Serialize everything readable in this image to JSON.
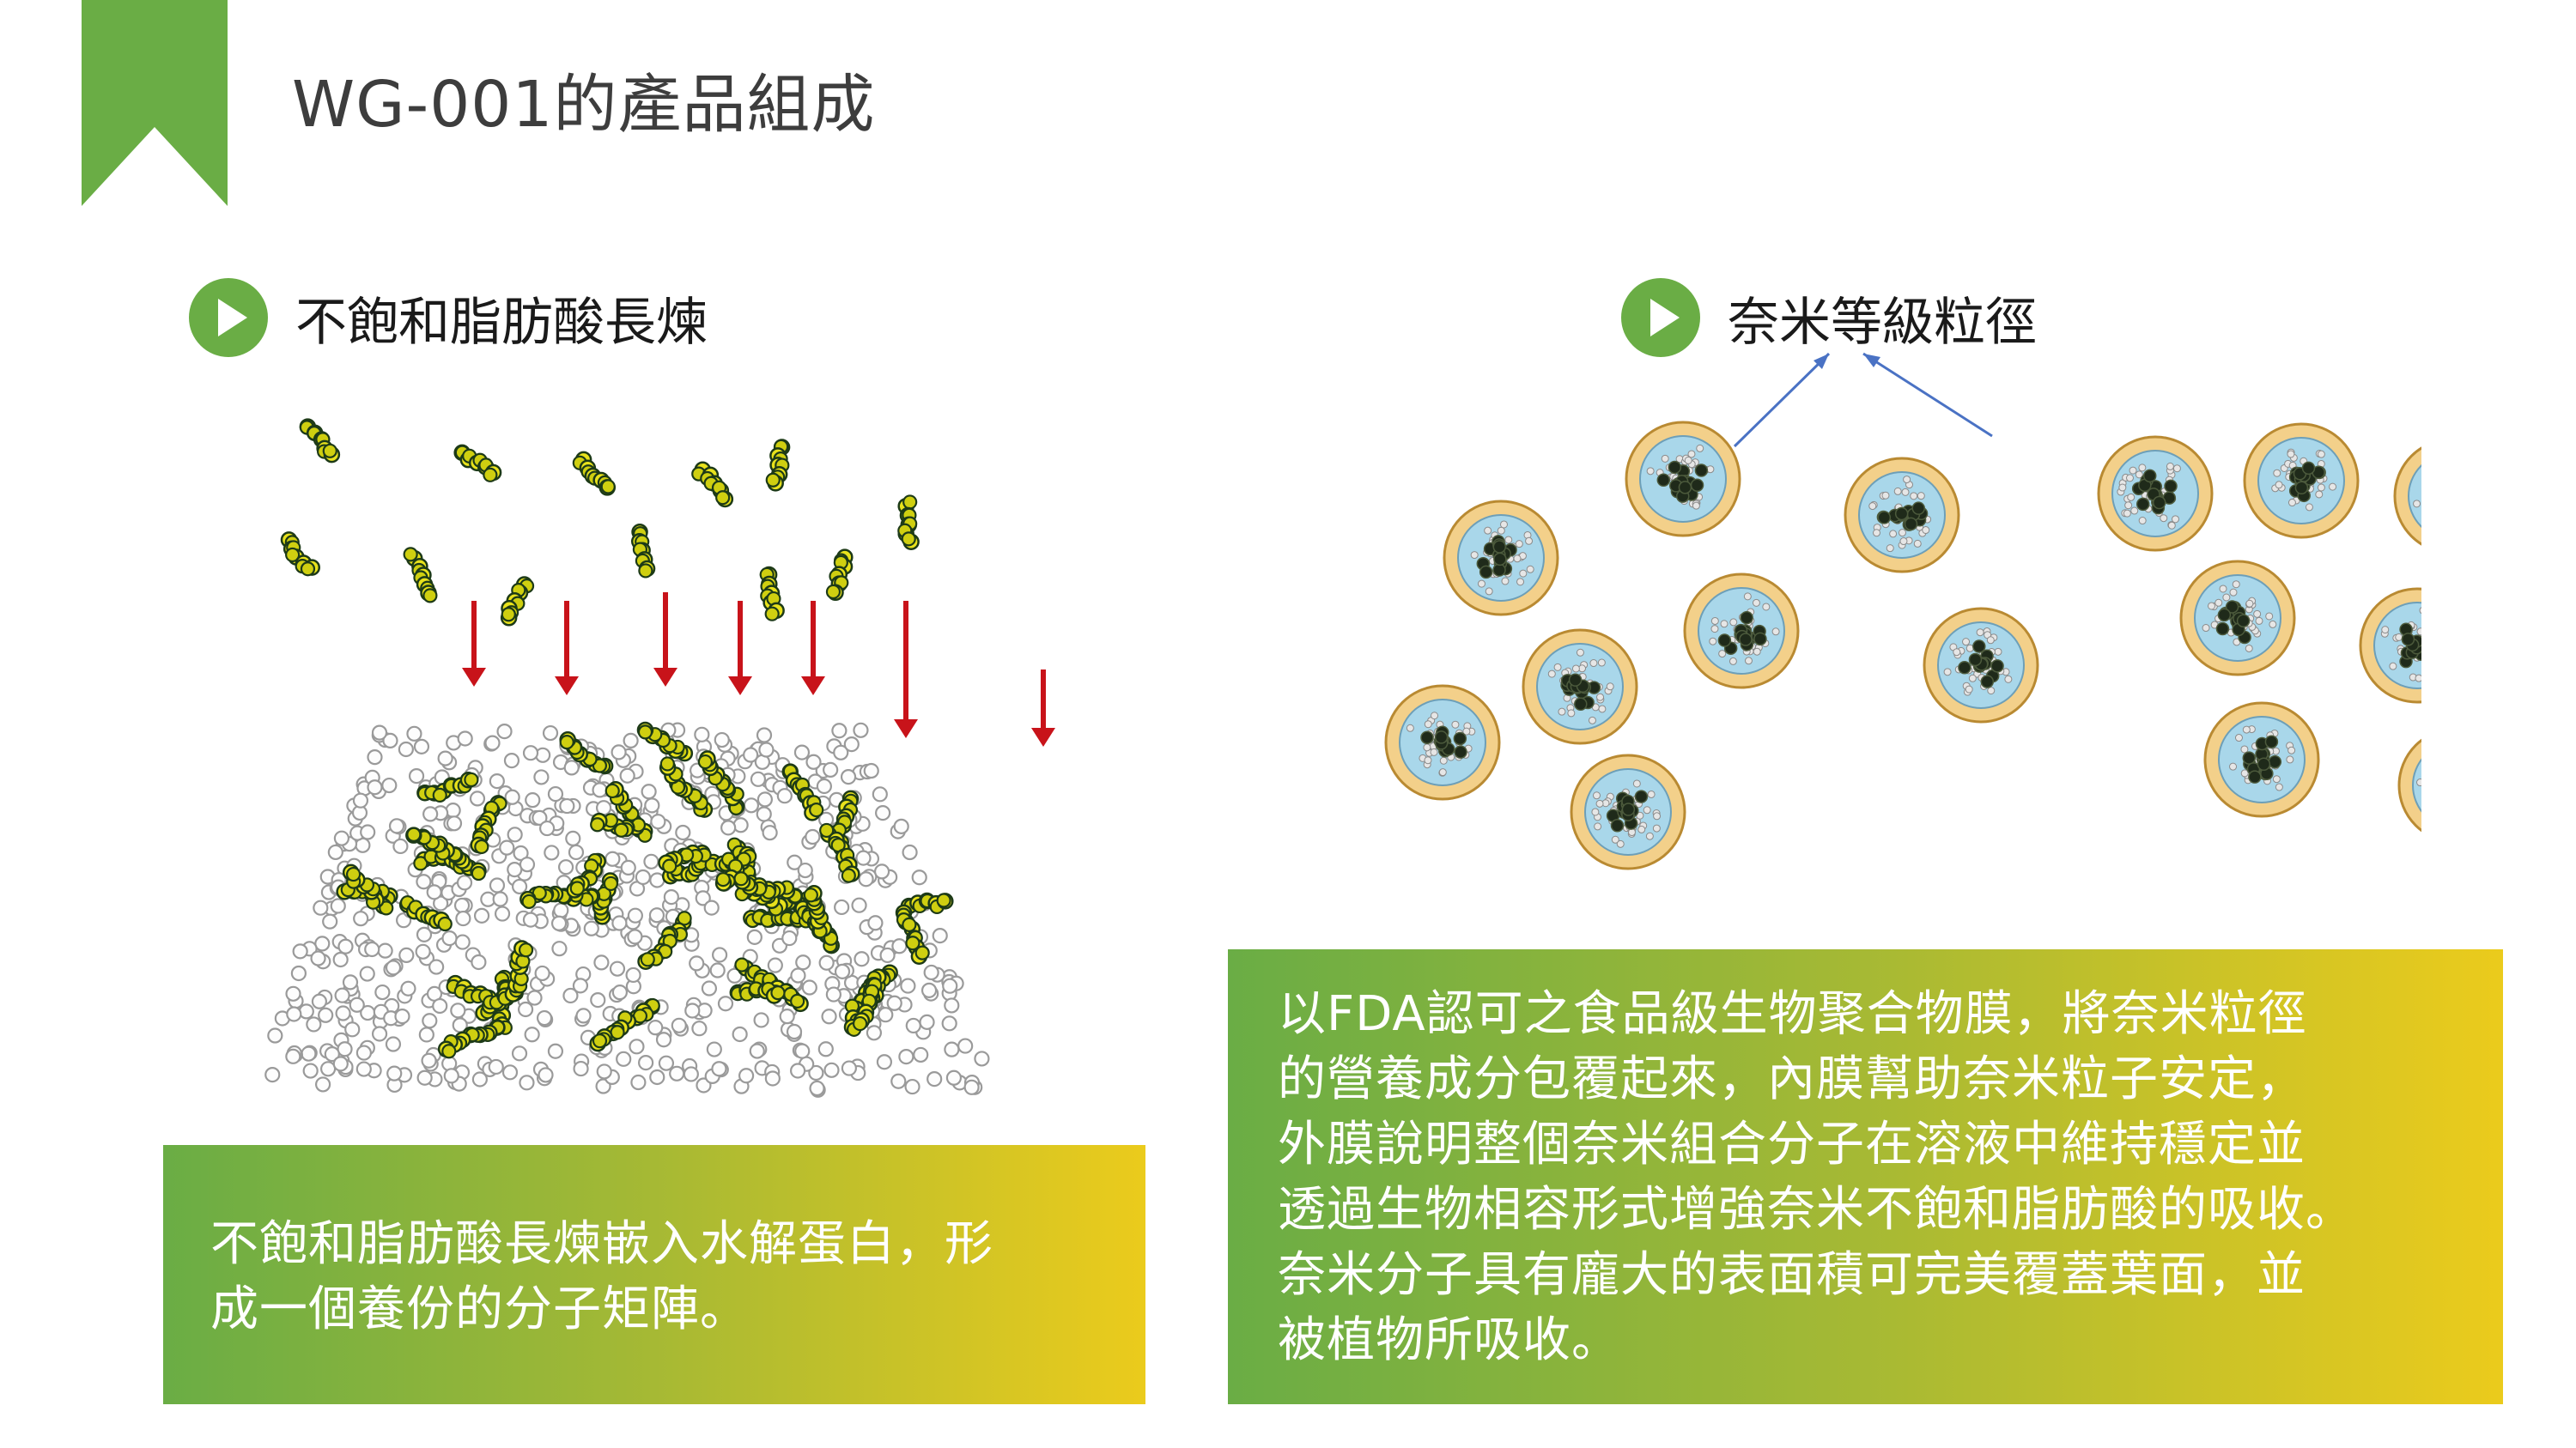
{
  "page": {
    "title": "WG-001的產品組成"
  },
  "sections": {
    "left": {
      "title": "不飽和脂肪酸長煉",
      "icon": "play-icon",
      "description_lines": [
        "不飽和脂肪酸長煉嵌入水解蛋白，形",
        "成一個養份的分子矩陣。"
      ]
    },
    "right": {
      "title": "奈米等級粒徑",
      "icon": "play-icon",
      "description_lines": [
        "以FDA認可之食品級生物聚合物膜，將奈米粒徑",
        "的營養成分包覆起來，內膜幫助奈米粒子安定，",
        "外膜說明整個奈米組合分子在溶液中維持穩定並",
        "透過生物相容形式增強奈米不飽和脂肪酸的吸收。",
        "奈米分子具有龐大的表面積可完美覆蓋葉面，並",
        "被植物所吸收。"
      ]
    }
  },
  "colors": {
    "accent_green": "#6aad45",
    "accent_yellow": "#ebcb1c",
    "arrow_red": "#c8131a",
    "particle_gold": "#f3d08a",
    "particle_blue": "#a9d7ea",
    "pointer_blue": "#4a72c4"
  }
}
